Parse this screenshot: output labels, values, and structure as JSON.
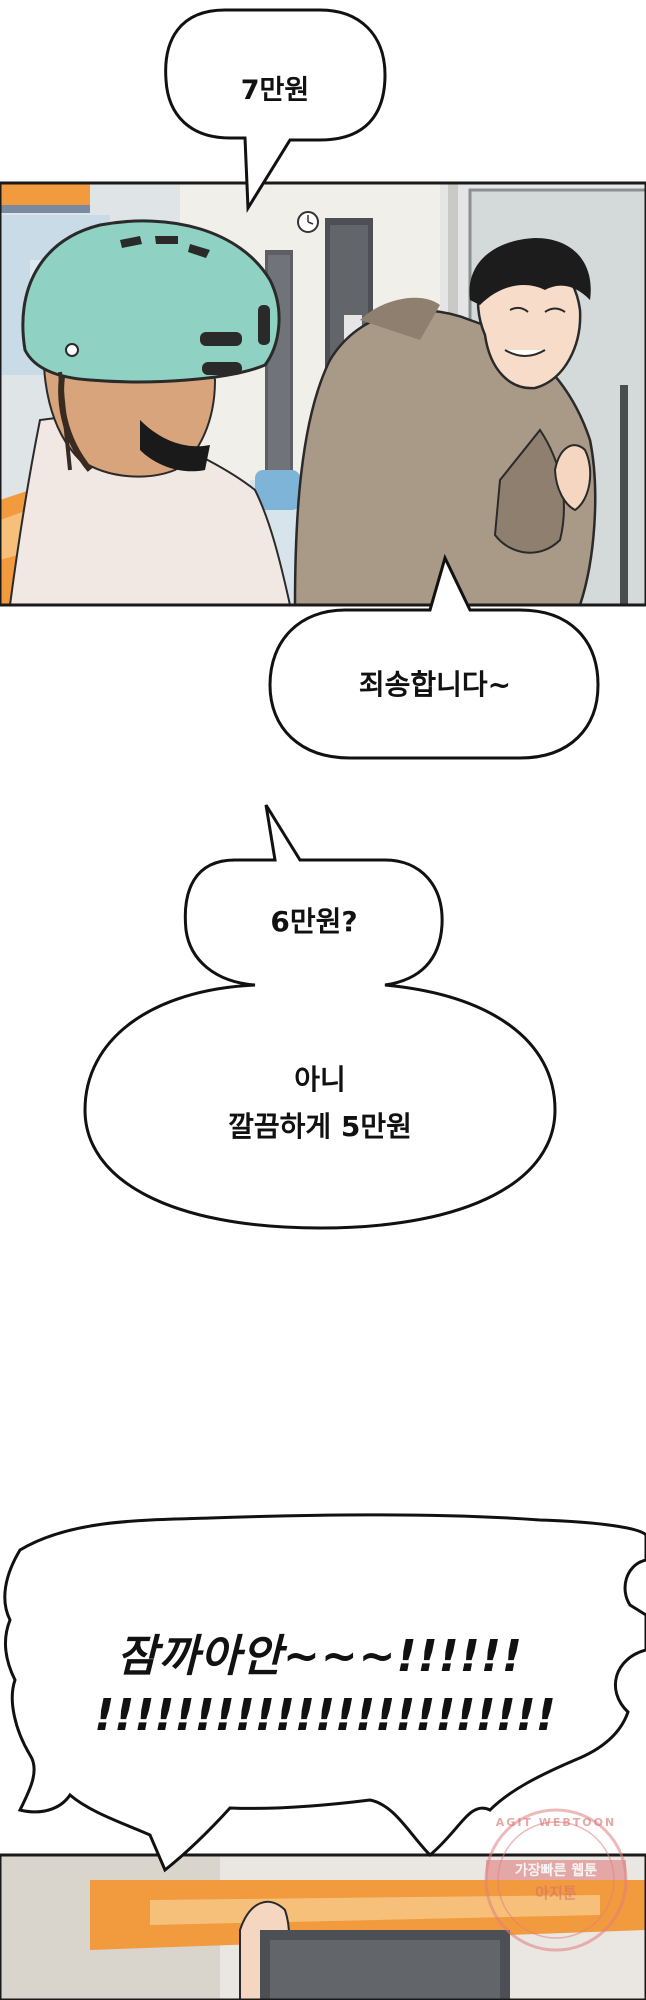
{
  "bubbles": {
    "b1": "7만원",
    "b2": "죄송합니다~",
    "b3": "6만원?",
    "b4_line1": "아니",
    "b4_line2": "깔끔하게 5만원",
    "b5_line1": "잠까아안~~~!!!!!!",
    "b5_line2": "!!!!!!!!!!!!!!!!!!!!!!!"
  },
  "watermark": {
    "arc": "AGIT WEBTOON",
    "line1": "가장빠른 웹툰",
    "line2": "아지툰"
  },
  "colors": {
    "helmet": "#8fd1c2",
    "hoodie": "#a99a88",
    "orange_accent": "#f19a3e",
    "stamp": "#e08080"
  }
}
